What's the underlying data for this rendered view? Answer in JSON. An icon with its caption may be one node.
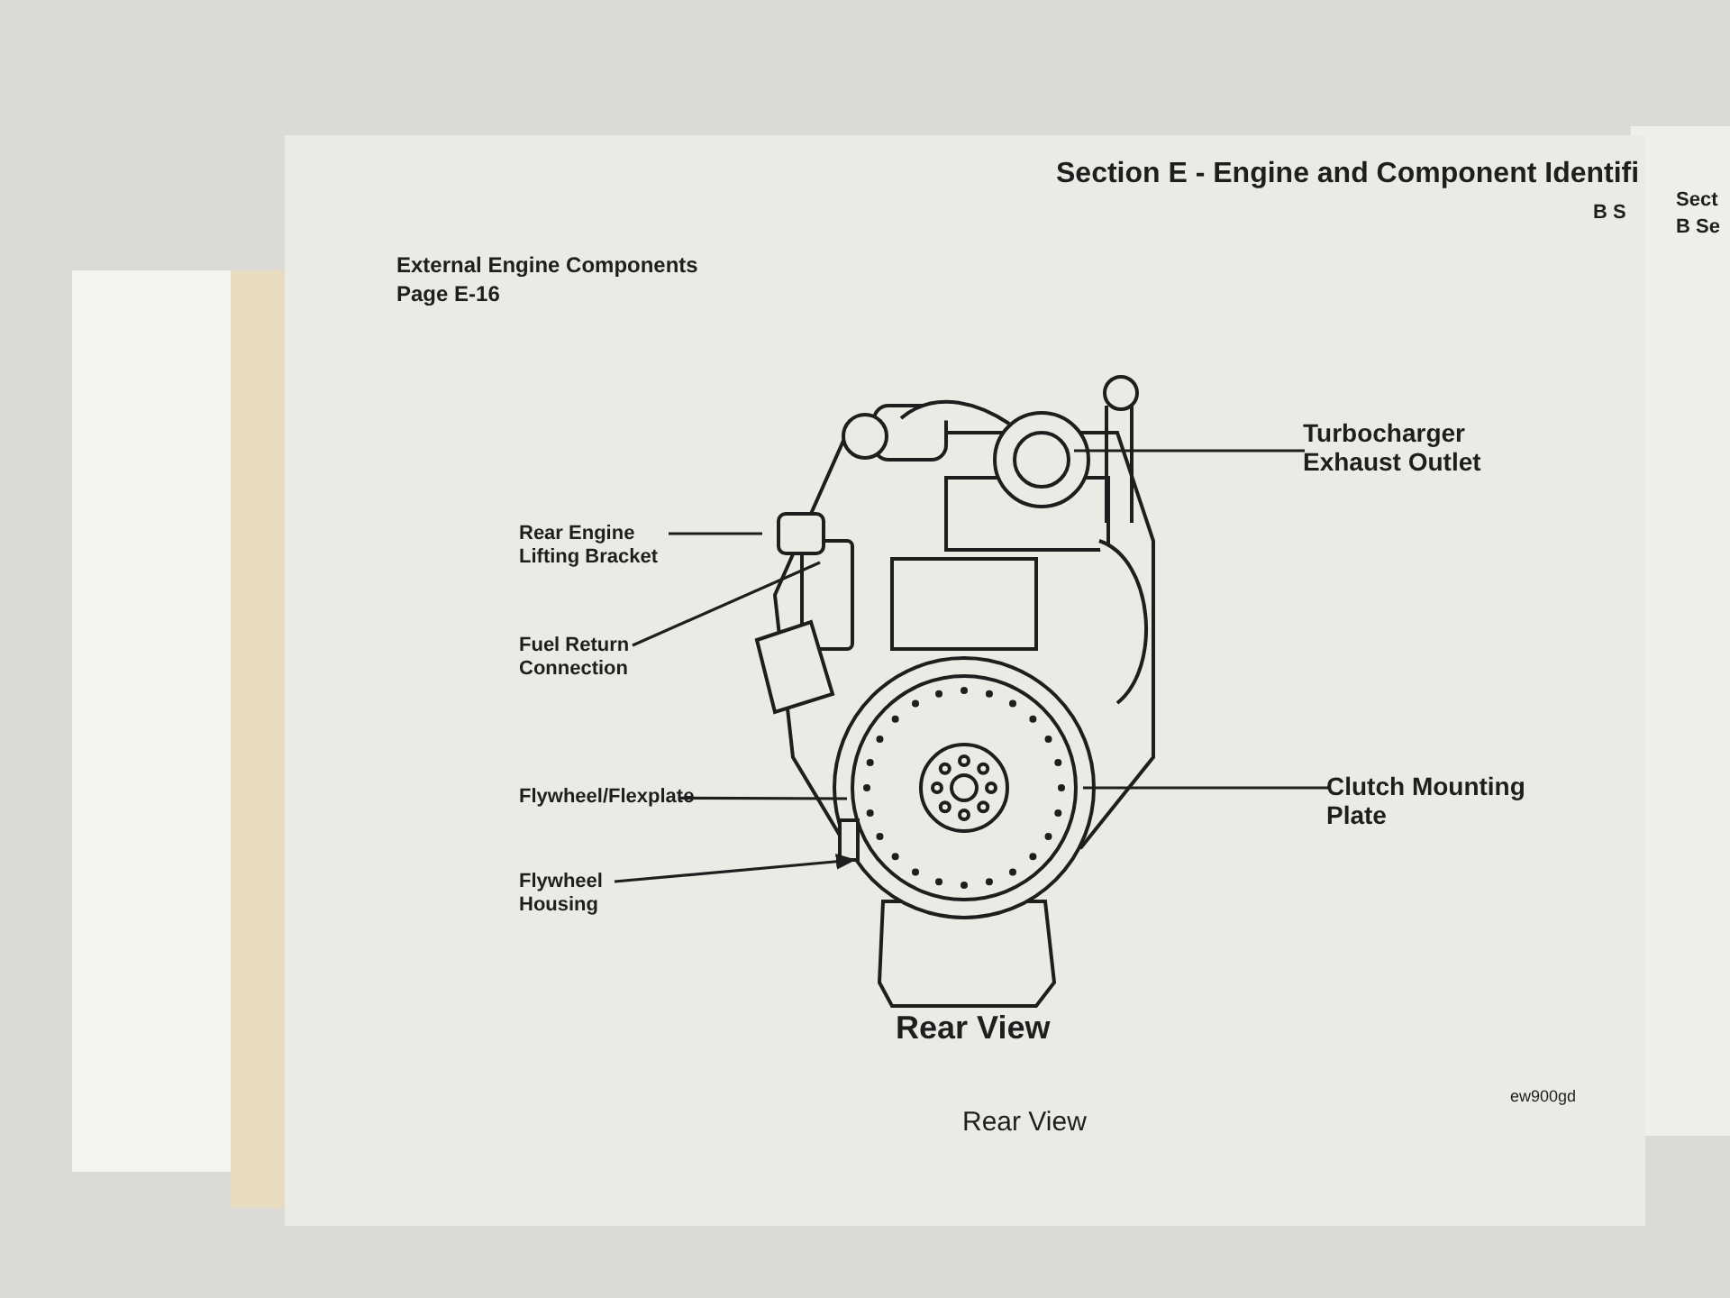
{
  "diagram": {
    "caption": "Rear View",
    "nodes": [
      {
        "text": [
          "Rear Engine Lifting Bracket"
        ]
      },
      {
        "text": [
          "Fuel Return Connection"
        ]
      },
      {
        "text": [
          "Turbocharger Exhaust Outlet"
        ]
      },
      {
        "text": [
          "Flywheel/Flexplate"
        ]
      },
      {
        "text": [
          "Clutch Mounting Plate"
        ]
      },
      {
        "text": [
          "Flywheel Housing"
        ]
      }
    ],
    "edges": [
      {
        "from": 0,
        "to": null,
        "arrow": "none"
      },
      {
        "from": 1,
        "to": null,
        "arrow": "none"
      },
      {
        "from": 2,
        "to": null,
        "arrow": "none"
      },
      {
        "from": 3,
        "to": null,
        "arrow": "none"
      },
      {
        "from": 4,
        "to": null,
        "arrow": "none"
      },
      {
        "from": 5,
        "to": null,
        "arrow": "to"
      }
    ],
    "labels": [
      "External Engine Components",
      "Page E-16",
      "Section E - Engine and Component Identifi",
      "B S",
      "Sect",
      "B Se",
      "Rear View",
      "ew900gd"
    ]
  }
}
